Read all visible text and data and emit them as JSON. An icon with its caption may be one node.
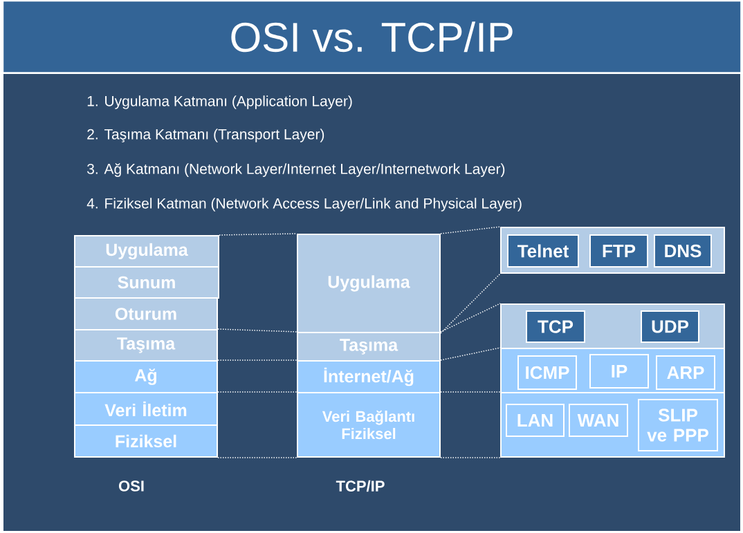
{
  "diagram": {
    "title": "OSI vs. TCP/IP",
    "nodes": [
      {
        "text": [
          "Uygulama"
        ]
      },
      {
        "text": [
          "Sunum"
        ]
      },
      {
        "text": [
          "Oturum"
        ]
      },
      {
        "text": [
          "Taşıma"
        ]
      },
      {
        "text": [
          "Ağ"
        ]
      },
      {
        "text": [
          "Veri İletim"
        ]
      },
      {
        "text": [
          "Fiziksel"
        ]
      },
      {
        "text": [
          "Uygulama"
        ]
      },
      {
        "text": [
          "Taşıma"
        ]
      },
      {
        "text": [
          "İnternet/Ağ"
        ]
      },
      {
        "text": [
          "Veri Bağlantı Fiziksel"
        ]
      },
      {
        "text": [],
        "shape": "box"
      },
      {
        "text": [
          "Telnet"
        ],
        "in": 11
      },
      {
        "text": [
          "FTP"
        ],
        "in": 11
      },
      {
        "text": [
          "DNS"
        ],
        "in": 11
      },
      {
        "text": [],
        "shape": "box"
      },
      {
        "text": [
          "TCP"
        ],
        "in": 15
      },
      {
        "text": [
          "UDP"
        ],
        "in": 15
      },
      {
        "text": [],
        "shape": "box"
      },
      {
        "text": [
          "ICMP"
        ],
        "in": 18
      },
      {
        "text": [
          "IP"
        ],
        "in": 18
      },
      {
        "text": [
          "ARP"
        ],
        "in": 18
      },
      {
        "text": [],
        "shape": "box"
      },
      {
        "text": [
          "LAN"
        ],
        "in": 22
      },
      {
        "text": [
          "WAN"
        ],
        "in": 22
      },
      {
        "text": [
          "SLIP ve PPP"
        ],
        "in": 22
      }
    ],
    "edges": [
      {
        "from": 0,
        "to": 7,
        "arrow": "none"
      },
      {
        "from": 3,
        "to": 8,
        "arrow": "none"
      },
      {
        "from": 4,
        "to": 9,
        "arrow": "none"
      },
      {
        "from": 5,
        "to": 10,
        "arrow": "none"
      },
      {
        "from": 6,
        "to": 10,
        "arrow": "none"
      },
      {
        "from": 7,
        "to": 11,
        "arrow": "none"
      },
      {
        "from": 7,
        "to": 11,
        "arrow": "none"
      },
      {
        "from": 8,
        "to": 15,
        "arrow": "none"
      },
      {
        "from": 9,
        "to": 18,
        "arrow": "none"
      },
      {
        "from": 10,
        "to": 22,
        "arrow": "none"
      },
      {
        "from": 10,
        "to": 22,
        "arrow": "none"
      }
    ],
    "labels": [
      "1.  Uygulama Katmanı (Application Layer)",
      "2.  Taşıma Katmanı (Transport Layer)",
      "3.  Ağ Katmanı (Network Layer/Internet Layer/Internetwork Layer)",
      "4.  Fiziksel Katman (Network Access Layer/Link and Physical Layer)",
      "OSI",
      "TCP/IP"
    ]
  }
}
